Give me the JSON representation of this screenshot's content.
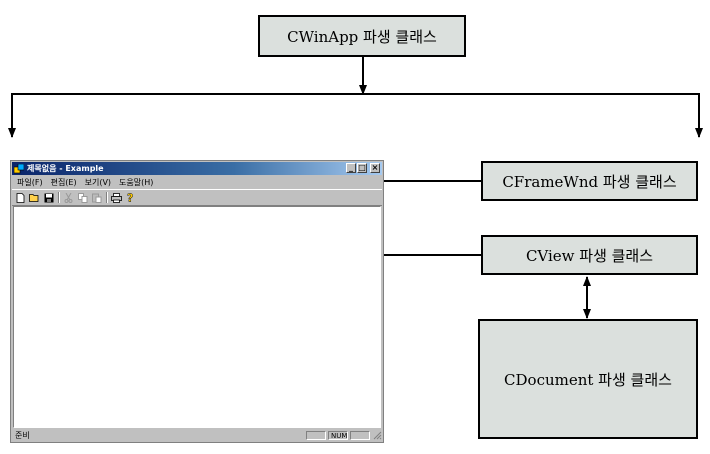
{
  "boxes": {
    "app": "CWinApp 파생 클래스",
    "frame": "CFrameWnd 파생 클래스",
    "view": "CView 파생 클래스",
    "document": "CDocument 파생 클래스"
  },
  "window": {
    "title": "제목없음 - Example",
    "menu": [
      "파일(F)",
      "편집(E)",
      "보기(V)",
      "도움말(H)"
    ],
    "toolbar_icons": [
      "new-file-icon",
      "open-folder-icon",
      "save-icon",
      "cut-icon",
      "copy-icon",
      "paste-icon",
      "print-icon",
      "help-icon"
    ],
    "status": {
      "text": "준비",
      "indicator": "NUM"
    },
    "titlebar_colors": [
      "#0a246a",
      "#a6caf0"
    ],
    "face_color": "#c0c0c0"
  },
  "box_fill_color": "#dbe0dd"
}
